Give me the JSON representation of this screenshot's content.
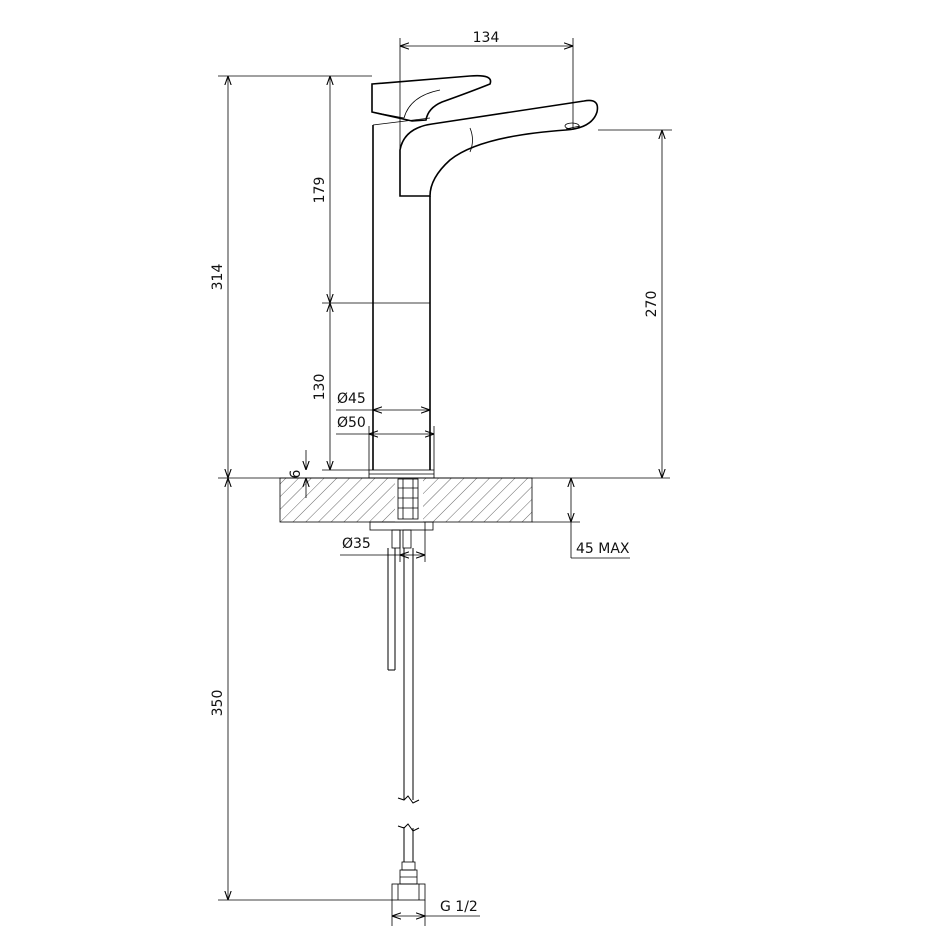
{
  "dimensions": {
    "spout_reach": "134",
    "total_height": "314",
    "upper_height": "179",
    "lower_height": "130",
    "spout_outlet_height": "270",
    "base_thickness": "6",
    "body_diameter_45": "Ø45",
    "base_diameter_50": "Ø50",
    "shank_diameter_35": "Ø35",
    "max_deck_thickness": "45 MAX",
    "hose_length": "350",
    "connection_thread": "G 1/2"
  }
}
